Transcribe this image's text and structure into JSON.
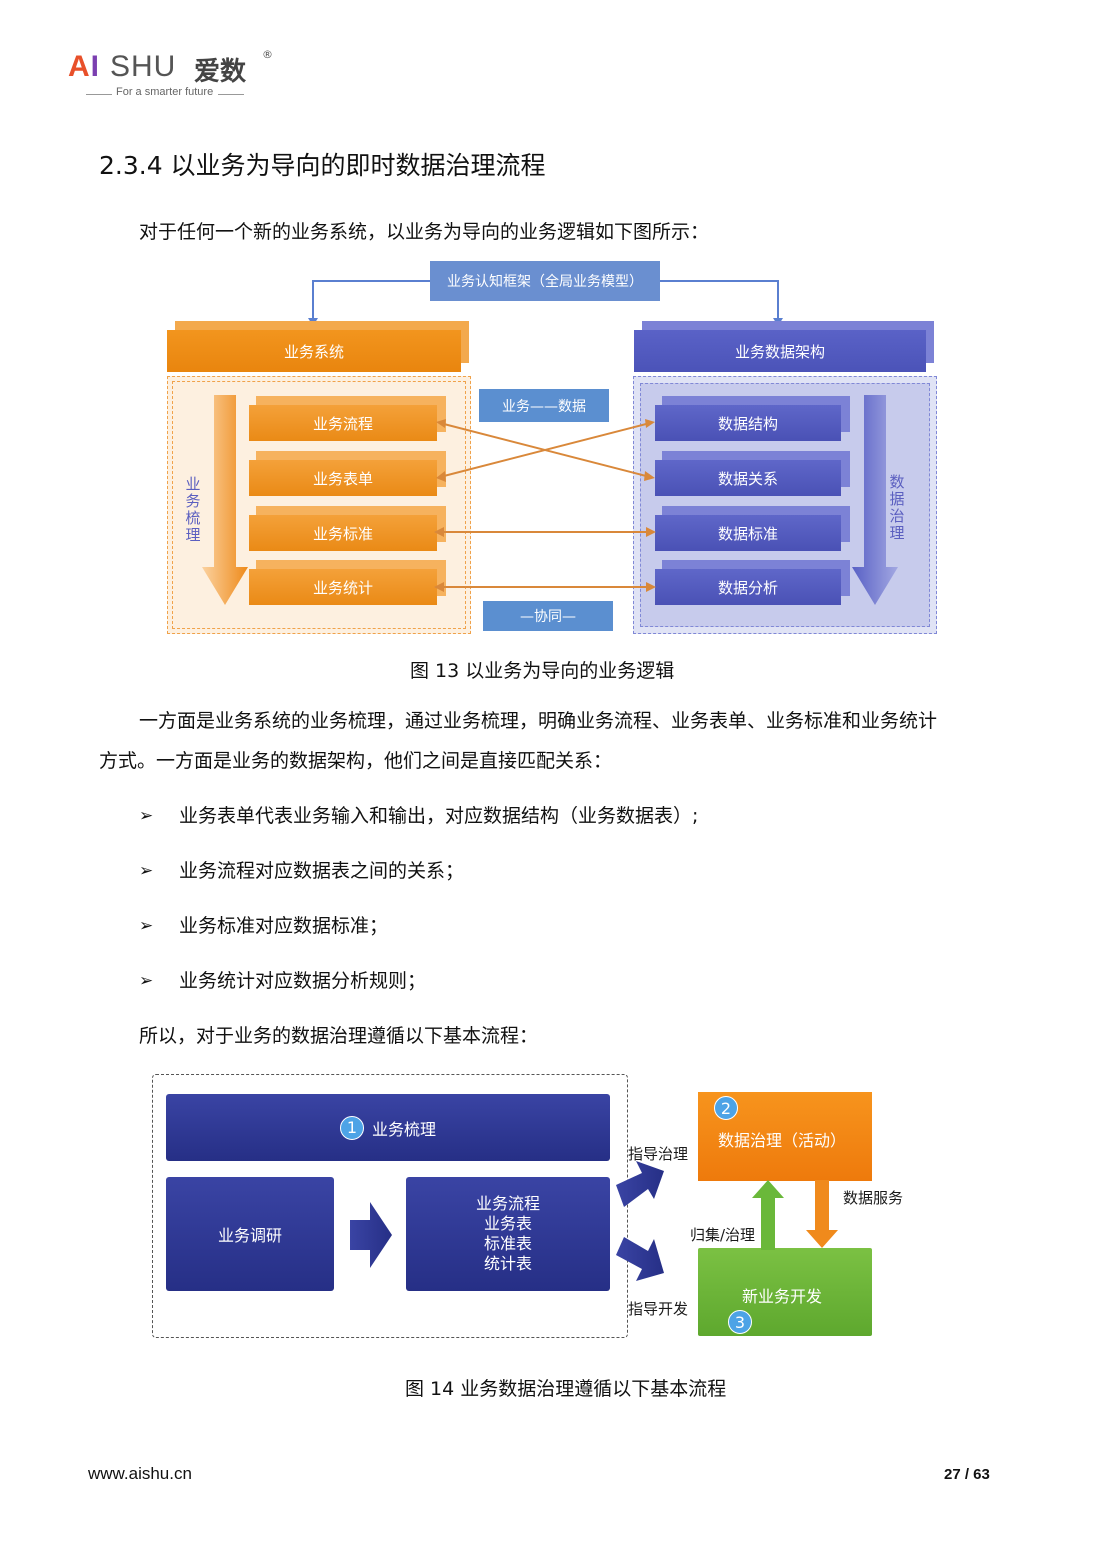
{
  "header": {
    "logo_ai_a": "A",
    "logo_ai_i": "I",
    "logo_shu": "SHU",
    "logo_cn": "爱数",
    "logo_reg": "®",
    "tagline": "For a smarter future"
  },
  "section": {
    "heading": "2.3.4 以业务为导向的即时数据治理流程",
    "intro": "对于任何一个新的业务系统，以业务为导向的业务逻辑如下图所示："
  },
  "figure13": {
    "top_label": "业务认知框架（全局业务模型）",
    "left_head": "业务系统",
    "right_head": "业务数据架构",
    "left_items": [
      "业务流程",
      "业务表单",
      "业务标准",
      "业务统计"
    ],
    "right_items": [
      "数据结构",
      "数据关系",
      "数据标准",
      "数据分析"
    ],
    "left_vertical": "业务梳理",
    "right_vertical": "数据治理",
    "mid_top": "业务——数据",
    "mid_bottom": "—协同—",
    "caption": "图 13  以业务为导向的业务逻辑"
  },
  "body": {
    "para1_line1": "一方面是业务系统的业务梳理，通过业务梳理，明确业务流程、业务表单、业务标准和业务统计",
    "para1_line2": "方式。一方面是业务的数据架构，他们之间是直接匹配关系：",
    "bullet_marker": "➢",
    "bullets": [
      "业务表单代表业务输入和输出，对应数据结构（业务数据表）;",
      "业务流程对应数据表之间的关系；",
      "业务标准对应数据标准；",
      "业务统计对应数据分析规则；"
    ],
    "para2": "所以，对于业务的数据治理遵循以下基本流程："
  },
  "figure14": {
    "box1_num": "1",
    "box1_label": "业务梳理",
    "box_research": "业务调研",
    "box_outputs": [
      "业务流程",
      "业务表",
      "标准表",
      "统计表"
    ],
    "box2_num": "2",
    "box2_label": "数据治理（活动）",
    "box3_num": "3",
    "box3_label": "新业务开发",
    "label_guide_gov": "指导治理",
    "label_guide_dev": "指导开发",
    "label_collect": "归集/治理",
    "label_service": "数据服务",
    "caption": "图 14 业务数据治理遵循以下基本流程"
  },
  "footer": {
    "url": "www.aishu.cn",
    "page": "27  /  63"
  }
}
